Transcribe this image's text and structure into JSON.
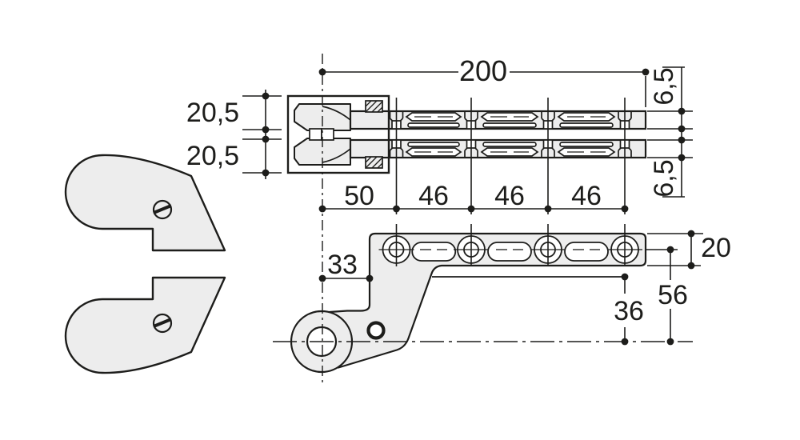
{
  "drawing": {
    "kind": "technical dimension drawing of a multi-hole mounting hinge bracket with two cover caps",
    "colors": {
      "part_fill": "#ededed",
      "line_color": "#1d1d1b",
      "background": "#ffffff"
    },
    "dims": {
      "overall_length": "200",
      "upper_half_height": "20,5",
      "lower_half_height": "20,5",
      "edge_offset_top": "6,5",
      "edge_offset_bottom": "6,5",
      "pitch_1": "50",
      "pitch_2": "46",
      "pitch_3": "46",
      "pitch_4": "46",
      "pivot_offset": "33",
      "drop_to_center": "36",
      "total_drop": "56",
      "profile_height": "20"
    }
  }
}
